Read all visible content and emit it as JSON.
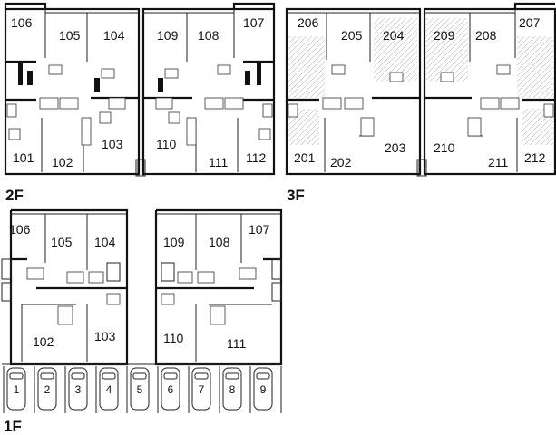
{
  "floors": [
    {
      "label": "2F",
      "blocks": [
        {
          "rooms": [
            "106",
            "105",
            "104",
            "101",
            "102",
            "103"
          ]
        },
        {
          "rooms": [
            "109",
            "108",
            "107",
            "110",
            "111",
            "112"
          ]
        }
      ]
    },
    {
      "label": "3F",
      "blocks": [
        {
          "rooms": [
            "206",
            "205",
            "204",
            "201",
            "202",
            "203"
          ]
        },
        {
          "rooms": [
            "209",
            "208",
            "207",
            "210",
            "211",
            "212"
          ]
        }
      ]
    },
    {
      "label": "1F",
      "blocks": [
        {
          "rooms": [
            "106",
            "105",
            "104",
            "102",
            "103"
          ]
        },
        {
          "rooms": [
            "109",
            "108",
            "107",
            "110",
            "111"
          ]
        }
      ],
      "parking": [
        "1",
        "2",
        "3",
        "4",
        "5",
        "6",
        "7",
        "8",
        "9"
      ]
    }
  ]
}
